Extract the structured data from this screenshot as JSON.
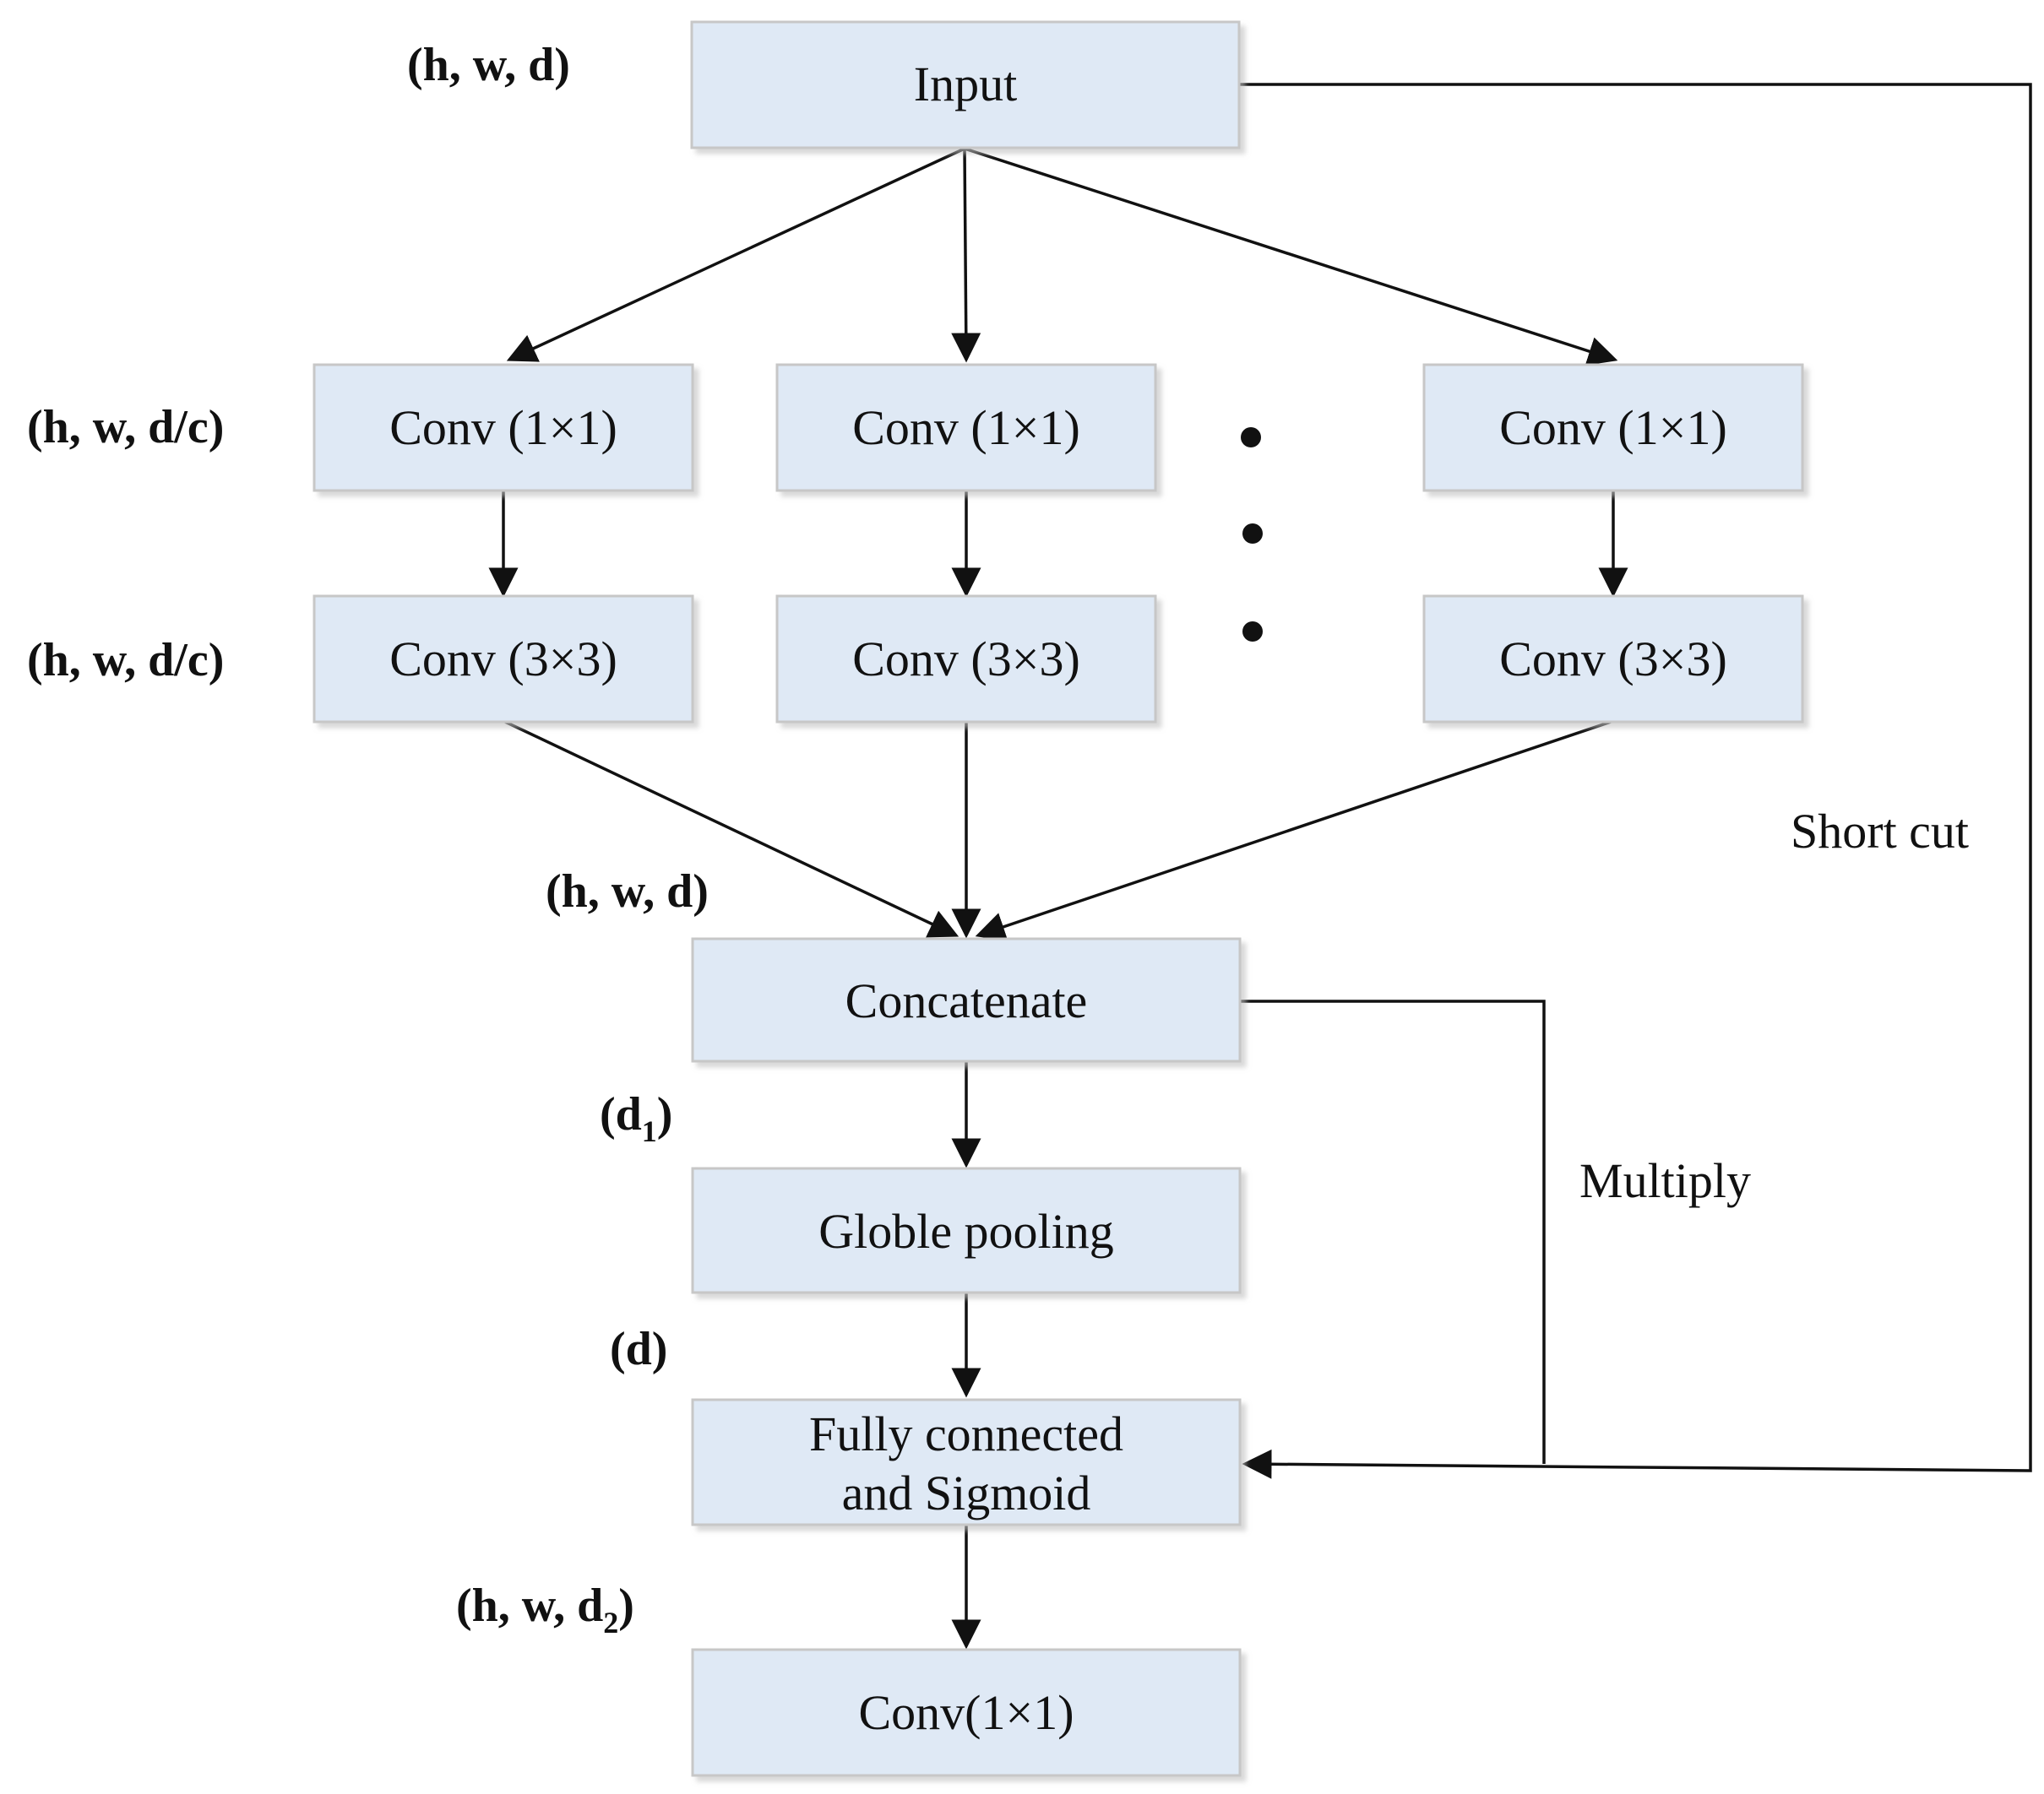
{
  "nodes": {
    "input": "Input",
    "conv1_a": "Conv (1×1)",
    "conv1_b": "Conv (1×1)",
    "conv1_c": "Conv (1×1)",
    "conv3_a": "Conv (3×3)",
    "conv3_b": "Conv (3×3)",
    "conv3_c": "Conv (3×3)",
    "concat": "Concatenate",
    "pool": "Globle pooling",
    "fc_line1": "Fully connected",
    "fc_line2": "and Sigmoid",
    "conv_out": "Conv(1×1)"
  },
  "dims": {
    "input": "(h, w, d)",
    "conv1": "(h, w, d/c)",
    "conv3": "(h, w, d/c)",
    "concat": "(h, w, d)",
    "pool_base": "(d",
    "pool_sub": "1",
    "pool_close": ")",
    "fc": "(d)",
    "out_base": "(h, w, d",
    "out_sub": "2",
    "out_close": ")"
  },
  "edges": {
    "multiply": "Multiply",
    "shortcut": "Short cut"
  }
}
